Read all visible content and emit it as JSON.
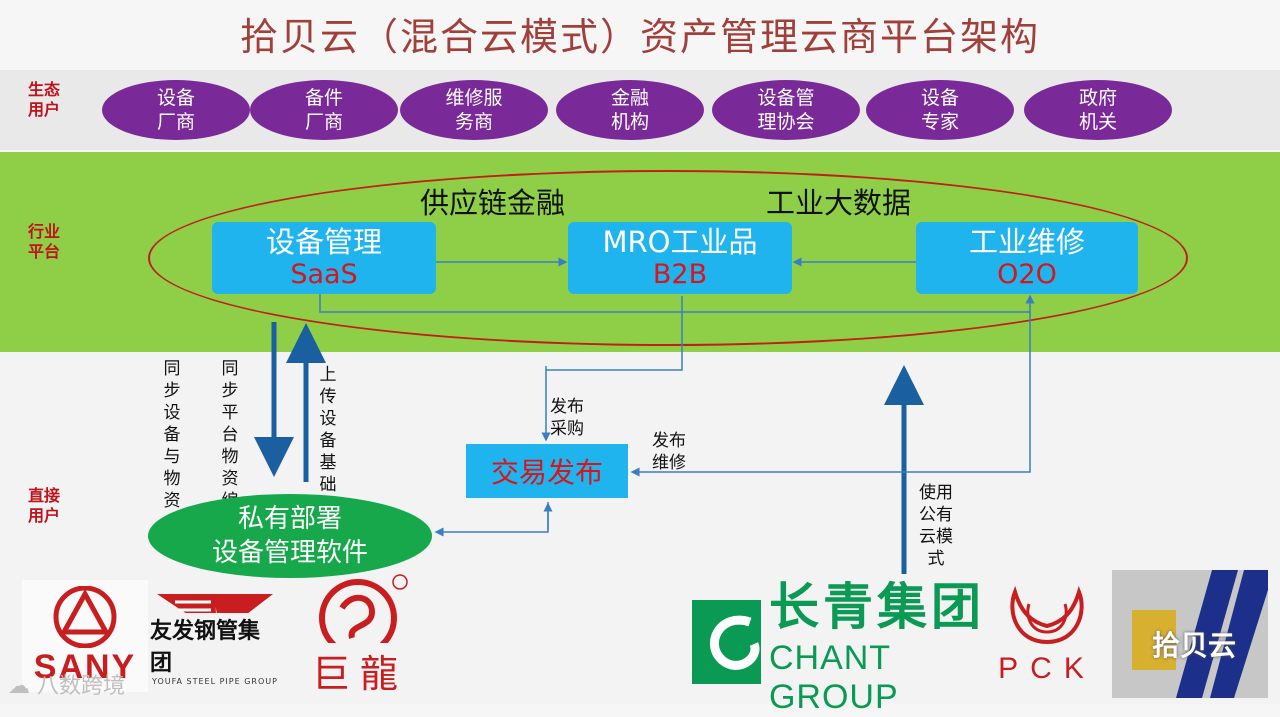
{
  "title": "拾贝云（混合云模式）资产管理云商平台架构",
  "rows": {
    "eco_label_1": "生态",
    "eco_label_2": "用户",
    "industry_label_1": "行业",
    "industry_label_2": "平台",
    "direct_label_1": "直接",
    "direct_label_2": "用户"
  },
  "eco_users": [
    {
      "line1": "设备",
      "line2": "厂商"
    },
    {
      "line1": "备件",
      "line2": "厂商"
    },
    {
      "line1": "维修服",
      "line2": "务商"
    },
    {
      "line1": "金融",
      "line2": "机构"
    },
    {
      "line1": "设备管",
      "line2": "理协会"
    },
    {
      "line1": "设备",
      "line2": "专家"
    },
    {
      "line1": "政府",
      "line2": "机关"
    }
  ],
  "industry": {
    "note_left": "供应链金融",
    "note_right": "工业大数据",
    "platforms": [
      {
        "title": "设备管理",
        "sub": "SaaS"
      },
      {
        "title": "MRO工业品",
        "sub": "B2B"
      },
      {
        "title": "工业维修",
        "sub": "O2O"
      }
    ]
  },
  "flows": {
    "sync_equipment": "同步设备与物资分类",
    "sync_platform": "同步平台物资编码",
    "upload_info": "上传设备基础信息",
    "publish_purchase_1": "发布",
    "publish_purchase_2": "采购",
    "publish_repair_1": "发布",
    "publish_repair_2": "维修",
    "public_cloud": "使用公有云模式"
  },
  "trade_box": "交易发布",
  "private_deploy": {
    "line1": "私有部署",
    "line2": "设备管理软件"
  },
  "logos": {
    "sany": "SANY",
    "youfa": "友发钢管集团",
    "youfa_en": "YOUFA STEEL PIPE GROUP",
    "julong": "巨龍",
    "chant_cn": "长青集团",
    "chant_en": "CHANT GROUP",
    "pck": "PCK",
    "watermark_left": "八数跨境",
    "watermark_right": "拾贝云"
  },
  "colors": {
    "title": "#a0403a",
    "eco_pill": "#7a2a98",
    "industry_band": "#8ecf47",
    "platform_box": "#20b4ee",
    "accent_red": "#d8151c",
    "private_pill": "#17a84b",
    "arrow": "#1a5fa0"
  }
}
